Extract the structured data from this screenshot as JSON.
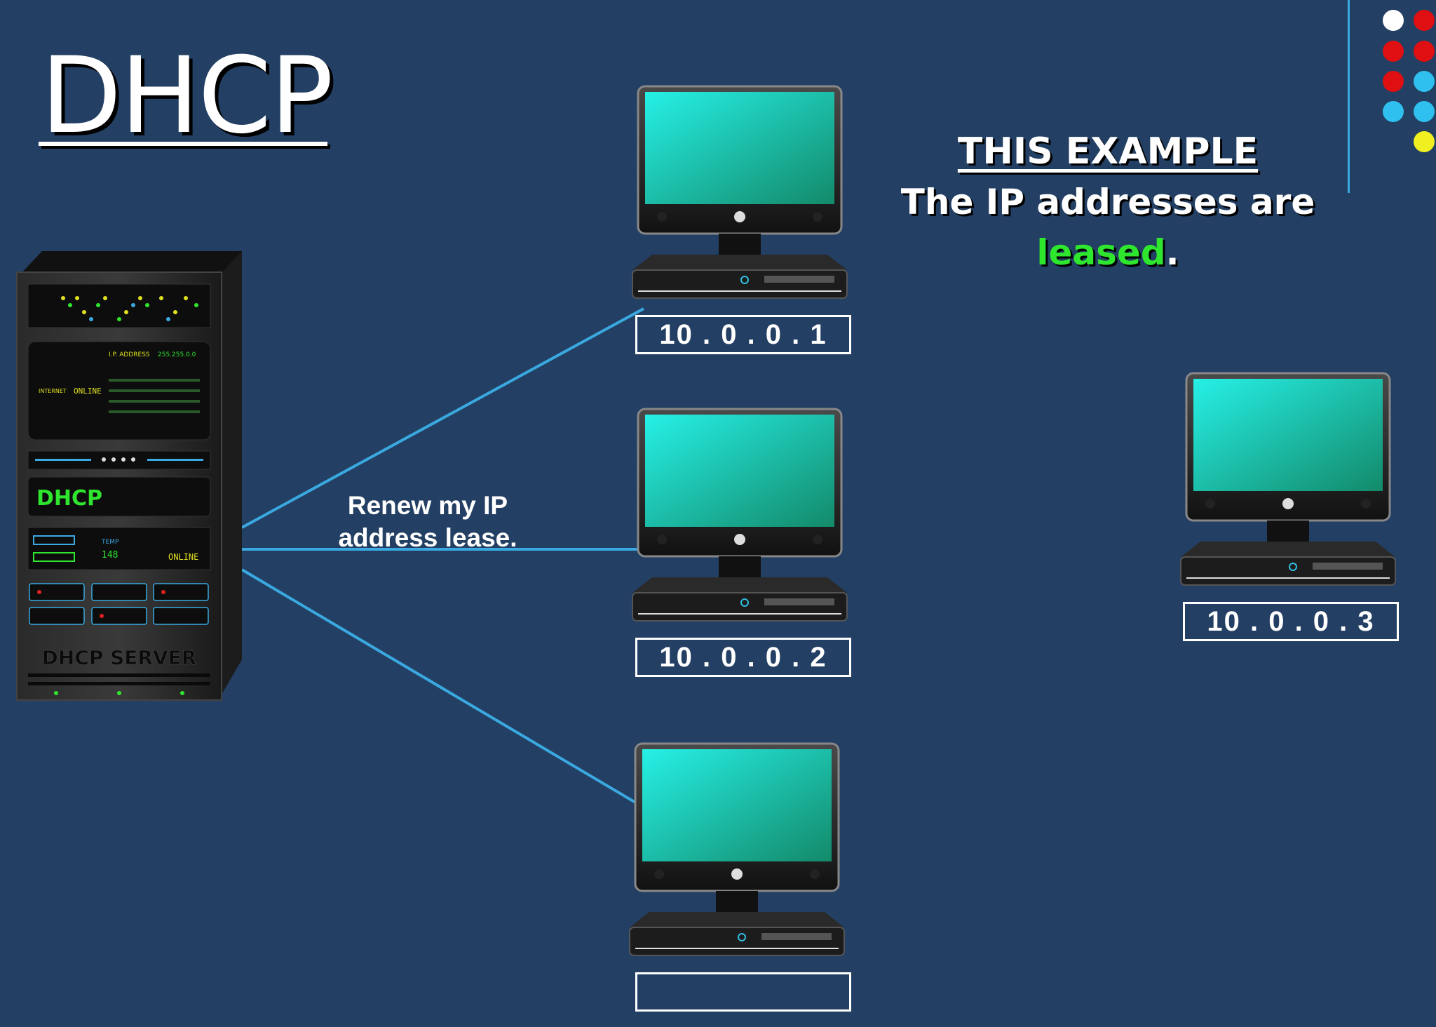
{
  "title": "DHCP",
  "example": {
    "heading": "THIS EXAMPLE",
    "line1": "The IP addresses are",
    "accent_word": "leased",
    "punct": "."
  },
  "message": {
    "line1": "Renew my IP",
    "line2": "address lease."
  },
  "server": {
    "badge": "DHCP",
    "label": "DHCP SERVER",
    "panel_ip_label": "I.P. ADDRESS",
    "panel_mask": "255.255.0.0",
    "panel_internet": "INTERNET",
    "panel_online": "ONLINE",
    "panel_temp": "TEMP",
    "panel_temp_value": "148"
  },
  "clients": [
    {
      "ip": "10 . 0 . 0 . 1"
    },
    {
      "ip": "10 . 0 . 0 . 2"
    },
    {
      "ip": ""
    },
    {
      "ip": "10 . 0 . 0 . 3"
    }
  ],
  "colors": {
    "background": "#233f63",
    "link": "#3aa9e0",
    "accent": "#2fe62f",
    "screen_top": "#26f0e6",
    "screen_bottom": "#138a6a"
  },
  "decor_dots": [
    "white",
    "red",
    "red",
    "red",
    "red",
    "cyan",
    "cyan",
    "cyan",
    "yellow"
  ]
}
